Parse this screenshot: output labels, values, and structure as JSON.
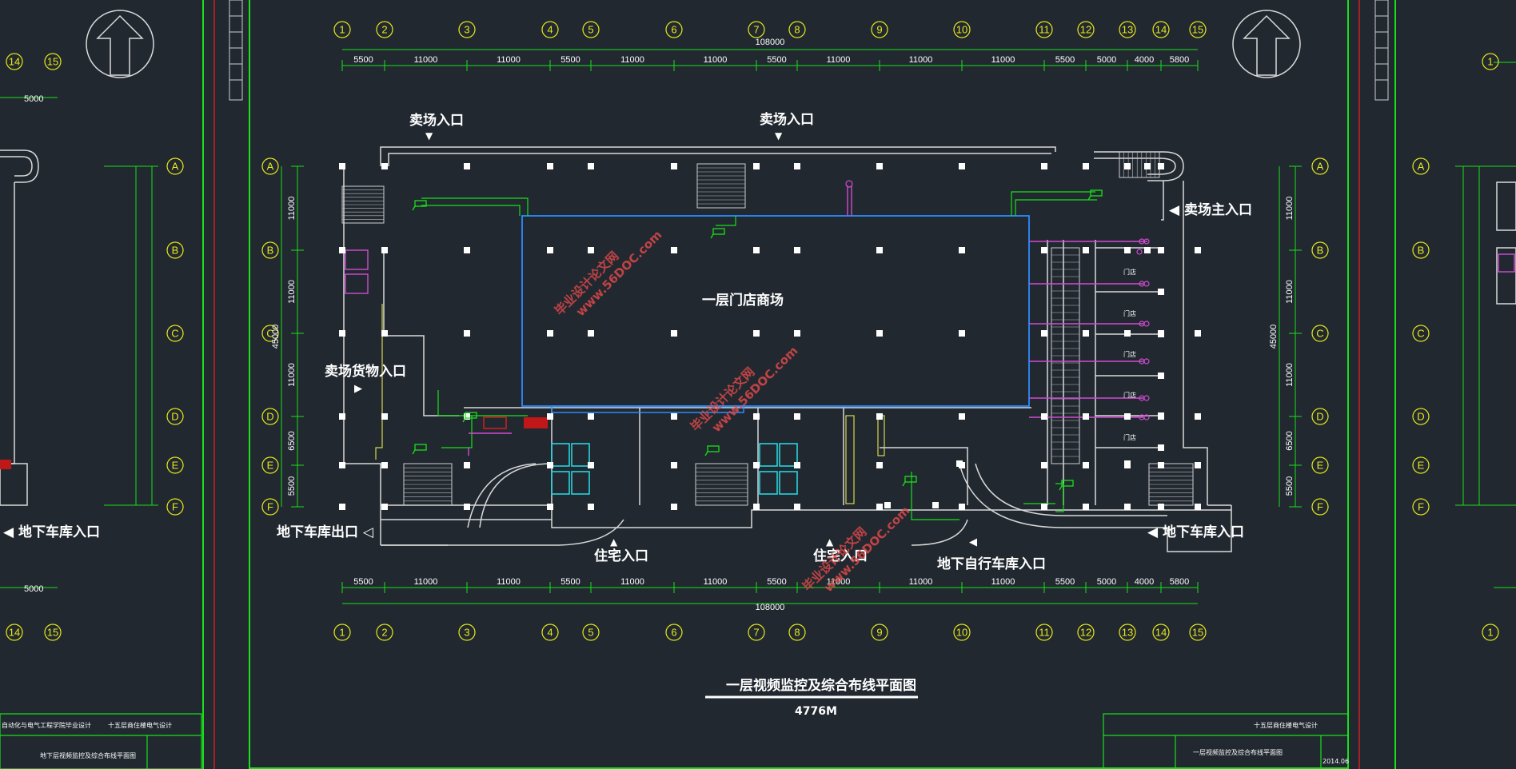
{
  "drawing": {
    "title": "一层视频监控及综合布线平面图",
    "elevation": "4776M",
    "center_label": "一层门店商场",
    "total_dimension": "108000",
    "total_height_dimension": "45000"
  },
  "columns": [
    "1",
    "2",
    "3",
    "4",
    "5",
    "6",
    "7",
    "8",
    "9",
    "10",
    "11",
    "12",
    "13",
    "14",
    "15"
  ],
  "rows": [
    "A",
    "B",
    "C",
    "D",
    "E",
    "F"
  ],
  "column_spacings": [
    "5500",
    "11000",
    "11000",
    "5500",
    "11000",
    "11000",
    "5500",
    "11000",
    "11000",
    "11000",
    "5500",
    "5000",
    "4000",
    "5800"
  ],
  "row_spacings": [
    "11000",
    "11000",
    "11000",
    "6500",
    "5500"
  ],
  "labels": {
    "market_entrance_1": "卖场入口",
    "market_entrance_2": "卖场入口",
    "market_main_entrance": "◀ 卖场主入口",
    "market_goods_entrance": "卖场货物入口",
    "garage_exit": "地下车库出口 ◁",
    "garage_entrance_right": "◀ 地下车库入口",
    "garage_entrance_left": "◀ 地下车库入口",
    "residential_entrance_1": "住宅入口",
    "residential_entrance_2": "住宅入口",
    "bicycle_garage_entrance": "地下自行车库入口",
    "shop": "门店"
  },
  "left_sheet": {
    "axis_top": [
      "14",
      "15"
    ],
    "axis_bottom": [
      "14",
      "15"
    ],
    "dim_top": "5000",
    "dim_bottom": "5000",
    "title_block_school": "自动化与电气工程学院毕业设计",
    "title_block_project": "十五层商住楼电气设计",
    "title_block_drawing": "地下层视频监控及综合布线平面图"
  },
  "title_block": {
    "project": "十五层商住楼电气设计",
    "drawing_name": "一层视频监控及综合布线平面图",
    "date": "2014.06"
  },
  "watermark": {
    "line1": "毕业设计论文网",
    "line2": "www.56DOC.com"
  },
  "colors": {
    "background": "#212830",
    "frame": "#19e019",
    "dimension": "#19e019",
    "axis_bubble": "#e8e81c",
    "wall": "#d9d9d9",
    "zone_outline": "#2a8cff",
    "cable": "#d24bd2",
    "watermark": "#e04a4a"
  }
}
